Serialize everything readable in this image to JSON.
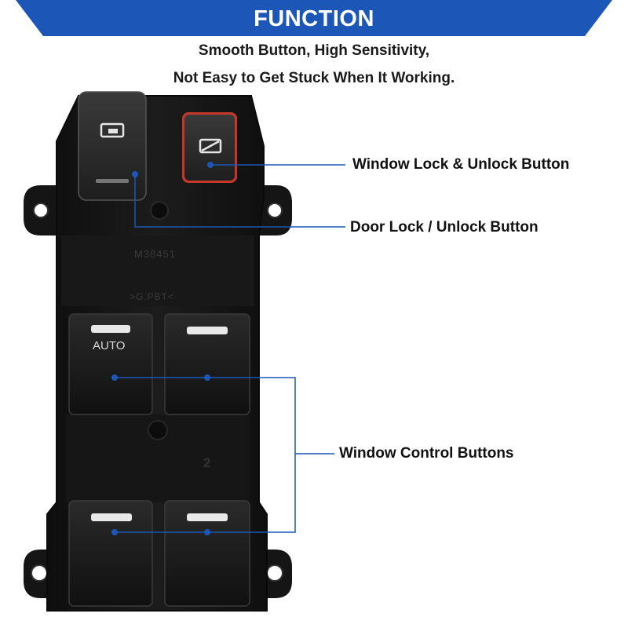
{
  "banner": {
    "title": "FUNCTION",
    "color": "#1c57b8"
  },
  "subtitle": {
    "line1": "Smooth Button, High Sensitivity,",
    "line2": "Not Easy to Get Stuck When It Working."
  },
  "callouts": {
    "window_lock": "Window Lock & Unlock Button",
    "door_lock": "Door Lock / Unlock Button",
    "window_control": "Window Control Buttons",
    "line_color": "#1c57b8"
  },
  "product": {
    "part_number": "M38451",
    "material_mark": ">G.PBT<",
    "auto_label": "AUTO",
    "molded_number": "2",
    "body_color": "#141414",
    "window_lock_accent": "#c0392b",
    "icons": [
      "door-lock-icon",
      "window-lock-icon"
    ]
  }
}
